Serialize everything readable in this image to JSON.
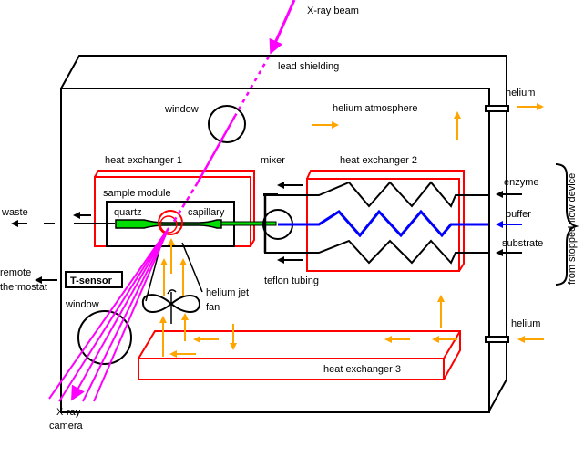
{
  "diagram": {
    "title": "Stopped-flow X-ray sample environment",
    "colors": {
      "xray": "#ff00ff",
      "heat_exchanger": "#ff0000",
      "helium_flow": "#ffa500",
      "capillary": "#00cc00",
      "buffer": "#0000ff",
      "structure": "#000000"
    },
    "labels": {
      "xray_beam": "X-ray beam",
      "lead_shielding": "lead shielding",
      "window_top": "window",
      "helium_atmosphere": "helium atmosphere",
      "helium_out": "helium",
      "helium_in": "helium",
      "heat_exchanger_1": "heat exchanger 1",
      "mixer": "mixer",
      "heat_exchanger_2": "heat exchanger 2",
      "heat_exchanger_3": "heat exchanger 3",
      "sample_module": "sample module",
      "quartz": "quartz",
      "capillary": "capillary",
      "waste": "waste",
      "enzyme": "enzyme",
      "buffer": "buffer",
      "substrate": "substrate",
      "from_stopped_flow": "from stopped-flow device",
      "teflon_tubing": "teflon tubing",
      "remote": "remote",
      "thermostat": "thermostat",
      "t_sensor": "T-sensor",
      "window_bottom": "window",
      "helium_jet": "helium jet",
      "fan": "fan",
      "xray_camera_1": "X-ray",
      "xray_camera_2": "camera"
    }
  }
}
